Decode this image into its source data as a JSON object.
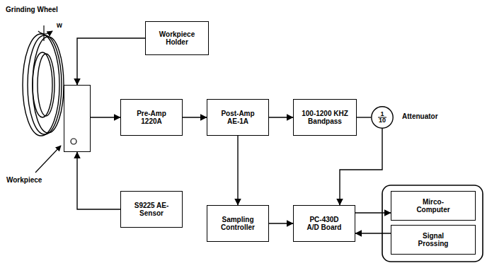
{
  "diagram": {
    "nodes": [
      {
        "text": [
          "Workpiece Holder"
        ]
      },
      {
        "text": [
          "Workpiece"
        ]
      },
      {
        "text": [
          "Pre-Amp 1220A"
        ]
      },
      {
        "text": [
          "Post-Amp AE-1A"
        ]
      },
      {
        "text": [
          "100-1200 KHZ Bandpass"
        ]
      },
      {
        "text": [
          "1",
          "10"
        ]
      },
      {
        "text": [
          "S9225 AE-Sensor"
        ]
      },
      {
        "text": [
          "Sampling Controller"
        ]
      },
      {
        "text": [
          "PC-430D A/D Board"
        ]
      },
      {
        "text": [
          "Mirco-Computer"
        ]
      },
      {
        "text": [
          "Signal Prossing"
        ]
      }
    ],
    "edges": [
      {
        "from": 0,
        "to": 1,
        "arrow": "to"
      },
      {
        "from": 1,
        "to": 2,
        "arrow": "to"
      },
      {
        "from": 2,
        "to": 3,
        "arrow": "to"
      },
      {
        "from": 3,
        "to": 4,
        "arrow": "to"
      },
      {
        "from": 4,
        "to": 5,
        "arrow": "none"
      },
      {
        "from": 5,
        "to": 8,
        "arrow": "to"
      },
      {
        "from": 3,
        "to": 7,
        "arrow": "to"
      },
      {
        "from": 7,
        "to": 8,
        "arrow": "to"
      },
      {
        "from": 8,
        "to": 9,
        "arrow": "to"
      },
      {
        "from": 10,
        "to": 8,
        "arrow": "to"
      },
      {
        "from": 6,
        "to": 1,
        "arrow": "to"
      }
    ],
    "labels": [
      "Grinding Wheel",
      "w",
      "Attenuator"
    ]
  }
}
